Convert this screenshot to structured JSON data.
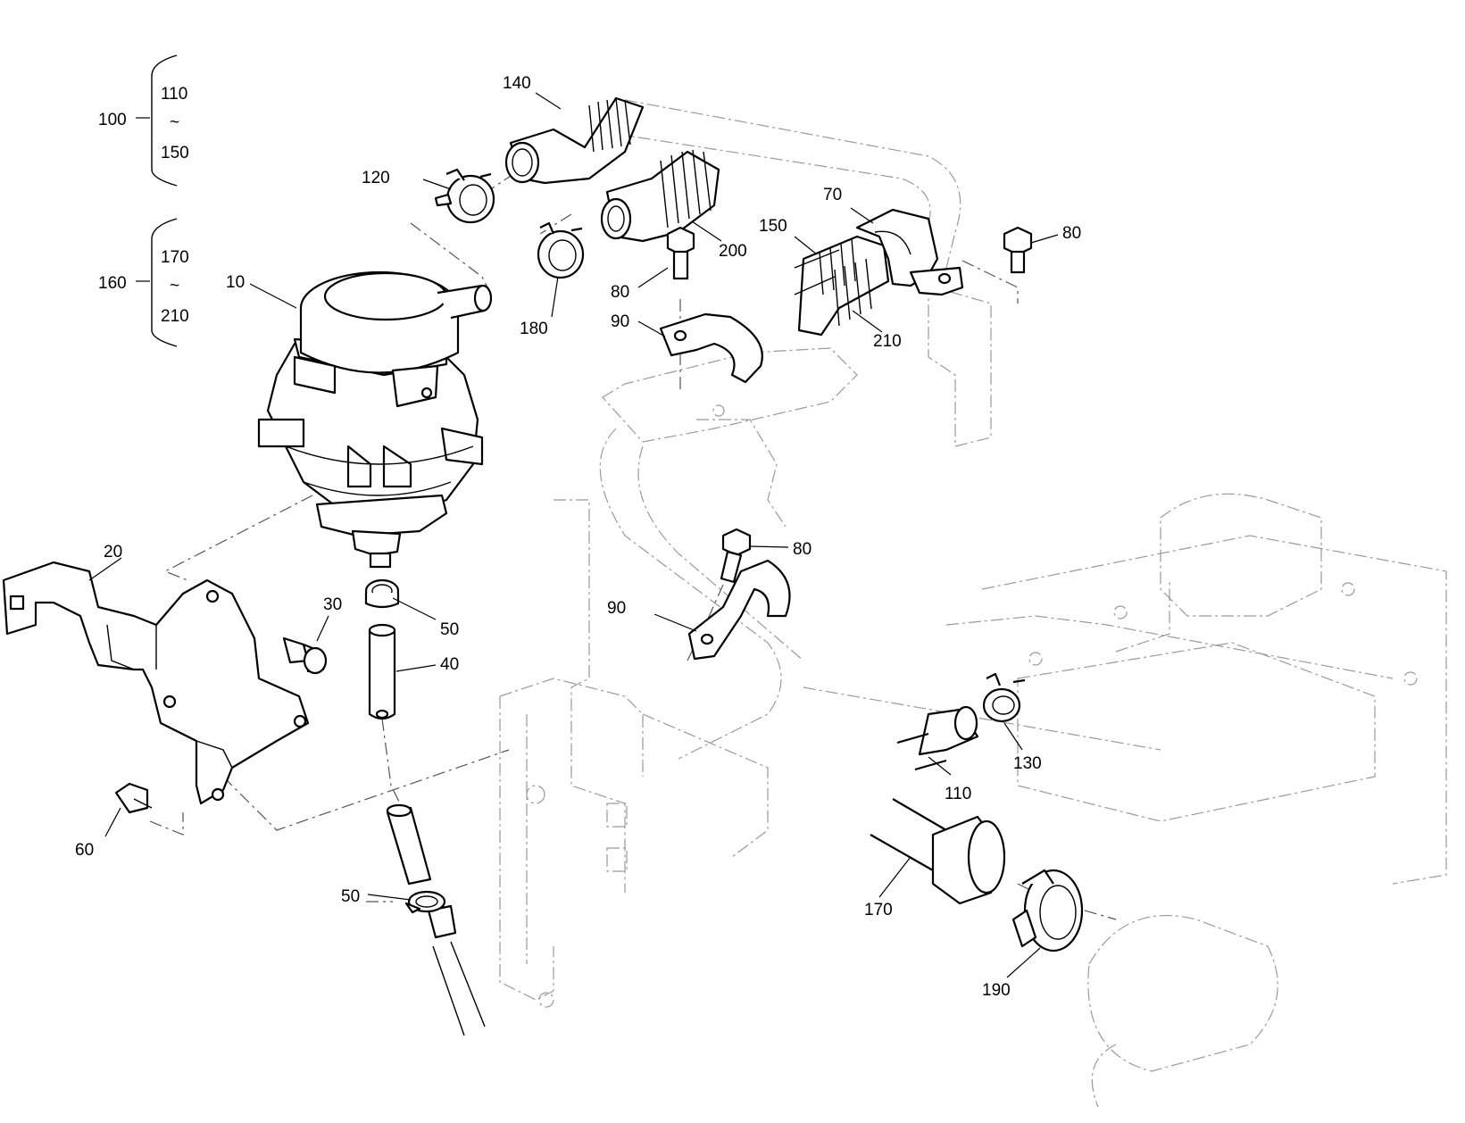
{
  "groups": [
    {
      "id": "100",
      "from": "110",
      "to": "150",
      "tilde": "~"
    },
    {
      "id": "160",
      "from": "170",
      "to": "210",
      "tilde": "~"
    }
  ],
  "callouts": {
    "p10": "10",
    "p20": "20",
    "p30": "30",
    "p40": "40",
    "p50a": "50",
    "p50b": "50",
    "p60": "60",
    "p70": "70",
    "p80a": "80",
    "p80b": "80",
    "p80c": "80",
    "p90a": "90",
    "p90b": "90",
    "p110": "110",
    "p120": "120",
    "p130": "130",
    "p140": "140",
    "p150": "150",
    "p170": "170",
    "p180": "180",
    "p190": "190",
    "p200": "200",
    "p210": "210"
  }
}
